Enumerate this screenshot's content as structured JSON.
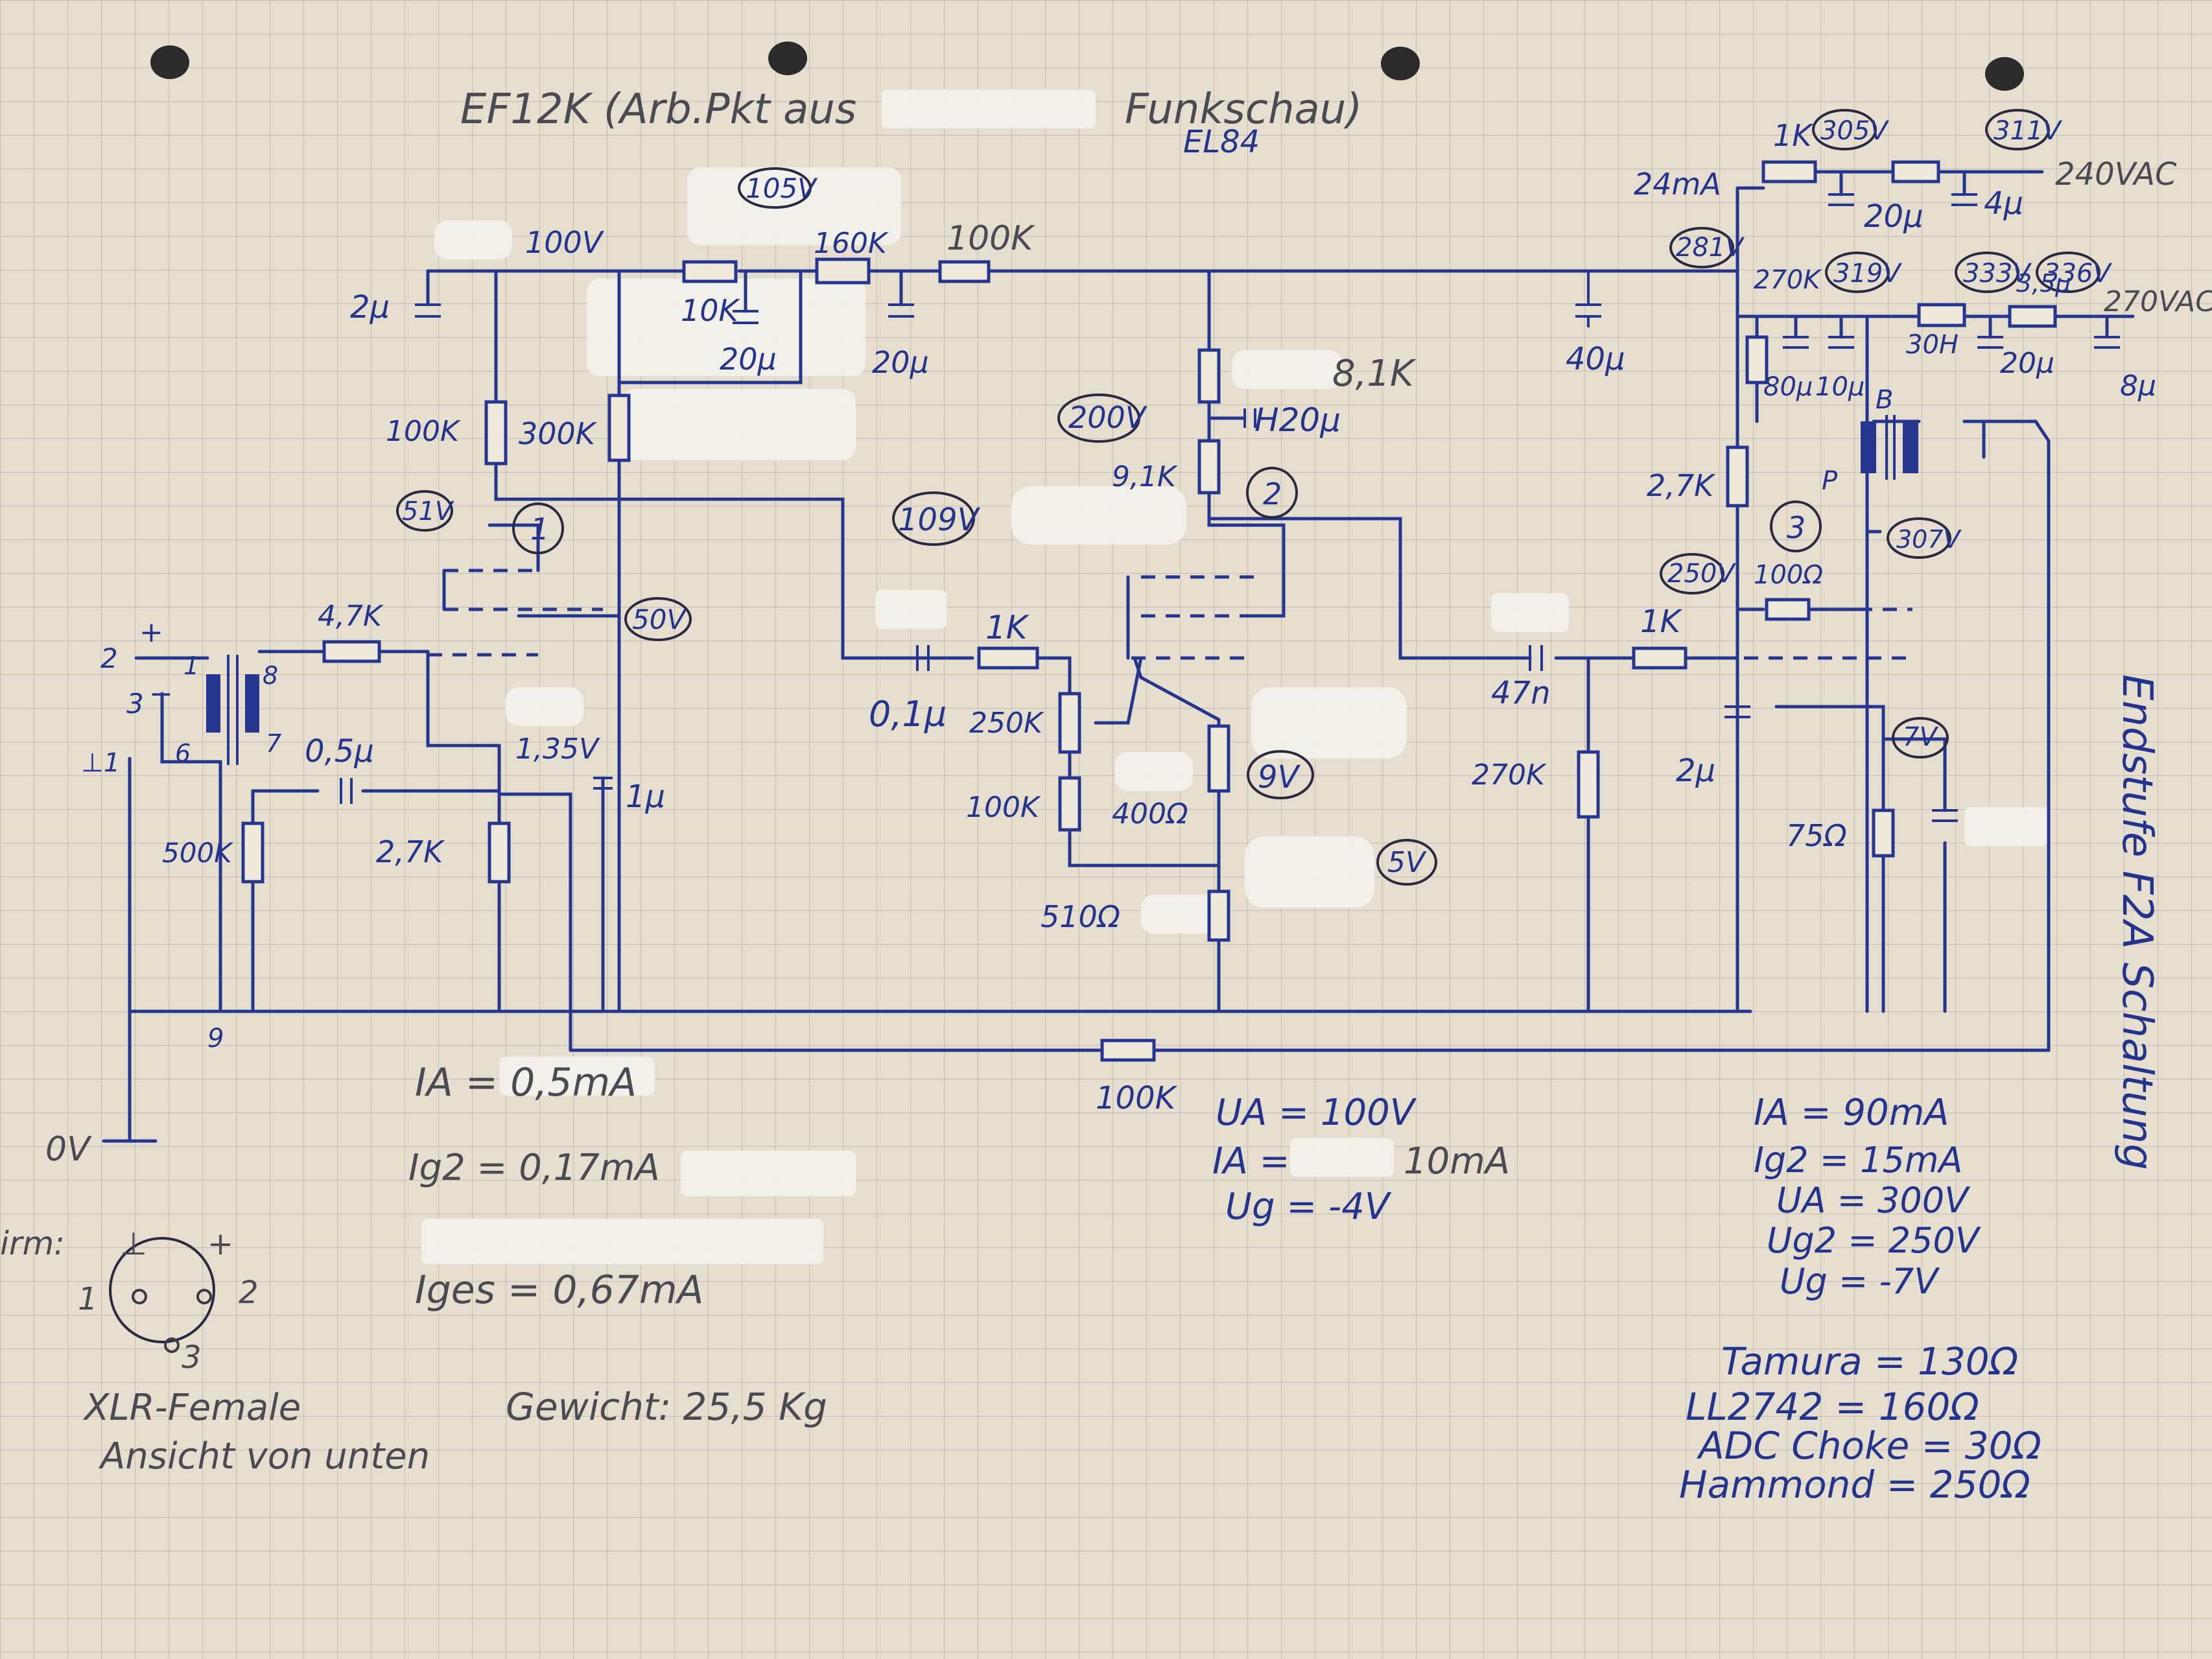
{
  "header": {
    "title": "EF12K (Arb.Pkt aus",
    "title_tail": "Funkschau)",
    "subtitle": "EL84"
  },
  "side_title": "Endstufe F2A Schaltung",
  "supply": {
    "current": "24mA",
    "r_in": "1K",
    "v_305": "305V",
    "v_311": "311V",
    "ac_240": "240VAC",
    "c20": "20µ",
    "c4": "4µ",
    "v_281": "281V",
    "r_270k": "270K",
    "v_319": "319V",
    "v_333": "333V",
    "v_336": "336V",
    "c35": "3,5µ",
    "ac_270": "270VAC",
    "choke": "30H",
    "c20b": "20µ",
    "c8": "8µ",
    "c80": "80µ",
    "c10": "10µ",
    "tap_b": "B",
    "tap_p": "P",
    "v_307": "307V",
    "c40": "40µ"
  },
  "stage1": {
    "v_100": "100V",
    "v_105": "105V",
    "r_160k": "160K",
    "r_100k_top": "100K",
    "c2": "2µ",
    "r_10k": "10K",
    "c20a": "20µ",
    "c20b": "20µ",
    "r_100k": "100K",
    "r_300k": "300K",
    "v_51": "51V",
    "tube": "1",
    "r_47k": "4,7K",
    "v_50": "50V",
    "v_135": "1,35V",
    "c05": "0,5µ",
    "c1": "1µ",
    "r_500k": "500K",
    "r_27k": "2,7K",
    "pin_plus": "+",
    "pin_minus": "−",
    "pin_2": "2",
    "pin_3": "3",
    "pin_gnd": "⊥1",
    "tx_1": "1",
    "tx_6": "6",
    "tx_7": "7",
    "tx_8": "8",
    "tx_9": "9",
    "zero_v": "0V",
    "r_fb": "100K"
  },
  "stage2": {
    "r_81k": "8,1K",
    "v_200": "200V",
    "c20": "H20µ",
    "r_91k": "9,1K",
    "tube": "2",
    "v_109": "109V",
    "c01": "0,1µ",
    "r_1k": "1K",
    "pot_250k": "250K",
    "r_100k": "100K",
    "r_400": "400Ω",
    "v_9": "9V",
    "v_5": "5V",
    "r_510": "510Ω"
  },
  "stage3": {
    "c47n": "47n",
    "r_1k": "1K",
    "r_270k": "270K",
    "v_250": "250V",
    "r_100": "100Ω",
    "r_27k": "2,7K",
    "tube": "3",
    "c2": "2µ",
    "r_75": "75Ω",
    "v_7": "7V"
  },
  "notes_stage1": {
    "ia": "IA = 0,5mA",
    "ig2": "Ig2 = 0,17mA",
    "iges": "Iges = 0,67mA"
  },
  "notes_stage2": {
    "ua": "UA = 100V",
    "ia": "IA =",
    "ia_val": "10mA",
    "ug": "Ug = -4V"
  },
  "notes_stage3": {
    "ia": "IA = 90mA",
    "ig2": "Ig2 = 15mA",
    "ua": "UA = 300V",
    "ug2": "Ug2 = 250V",
    "ug": "Ug = -7V"
  },
  "dcr_list": [
    "Tamura = 130Ω",
    "LL2742 = 160Ω",
    "ADC Choke = 30Ω",
    "Hammond = 250Ω"
  ],
  "xlr": {
    "label_prefix": "irm:",
    "gnd_sym": "⊥",
    "plus_sym": "+",
    "pin1": "1",
    "pin2": "2",
    "pin3": "3",
    "caption1": "XLR-Female",
    "caption2": "Ansicht von unten"
  },
  "weight": "Gewicht: 25,5 Kg"
}
